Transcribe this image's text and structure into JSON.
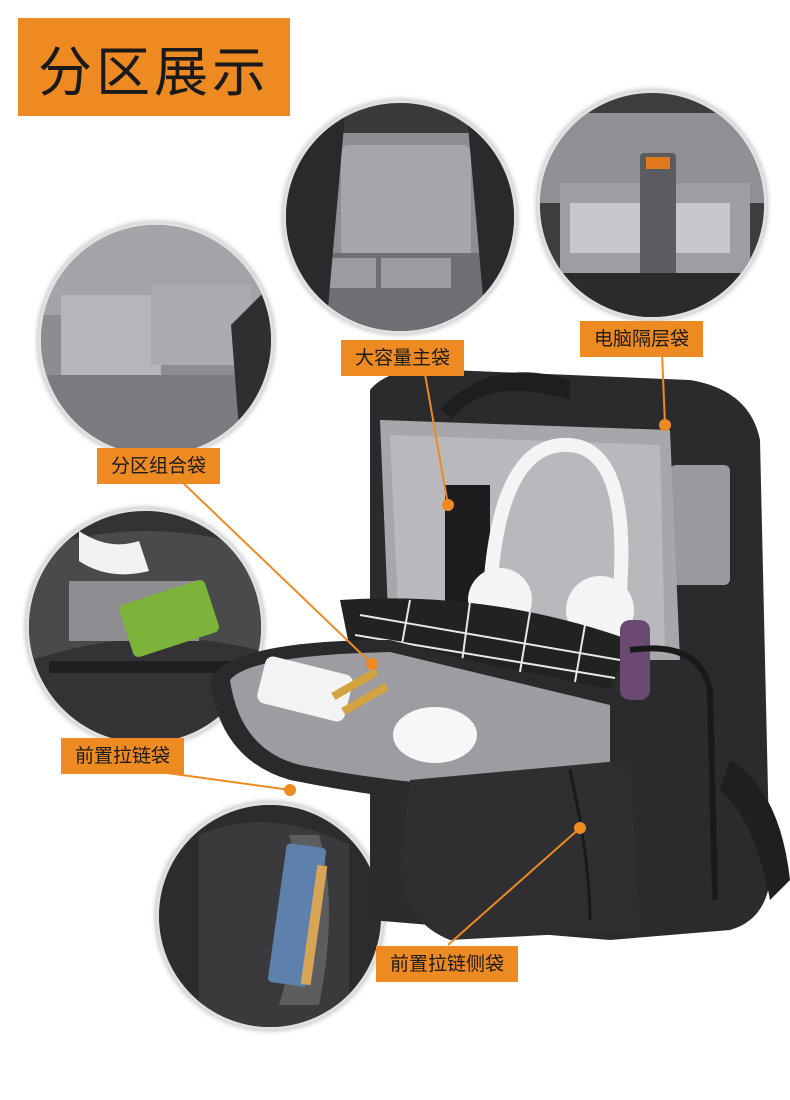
{
  "header": {
    "title": "分区展示"
  },
  "labels": {
    "large_main_pocket": "大容量主袋",
    "laptop_compartment": "电脑隔层袋",
    "zoned_organizer_pocket": "分区组合袋",
    "front_zip_pocket": "前置拉链袋",
    "front_zip_side_pocket": "前置拉链侧袋"
  },
  "colors": {
    "accent_orange": "#ee8a22",
    "bag_black": "#2b2b2d",
    "lining_gray": "#9a9a9e"
  }
}
